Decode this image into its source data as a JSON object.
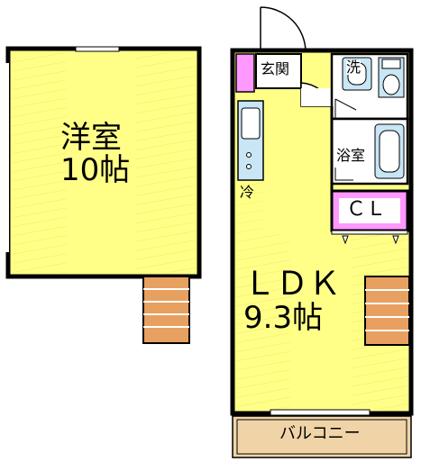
{
  "floor_plan": {
    "upper_room": {
      "name": "洋室",
      "size": "10帖"
    },
    "entrance": "玄関",
    "washroom": "洗",
    "bathroom": "浴室",
    "fridge": "冷",
    "closet": "ＣＬ",
    "ldk": {
      "name": "ＬＤＫ",
      "size": "9.3帖"
    },
    "balcony": "バルコニー"
  },
  "colors": {
    "room_fill": "#ffff88",
    "wall": "#000000",
    "closet_fill": "#ff99ff",
    "stairs_fill": "#e8a060",
    "balcony_fill": "#f0d4a8",
    "bath_fill": "#c8e6f5",
    "floor_white": "#ffffff"
  }
}
